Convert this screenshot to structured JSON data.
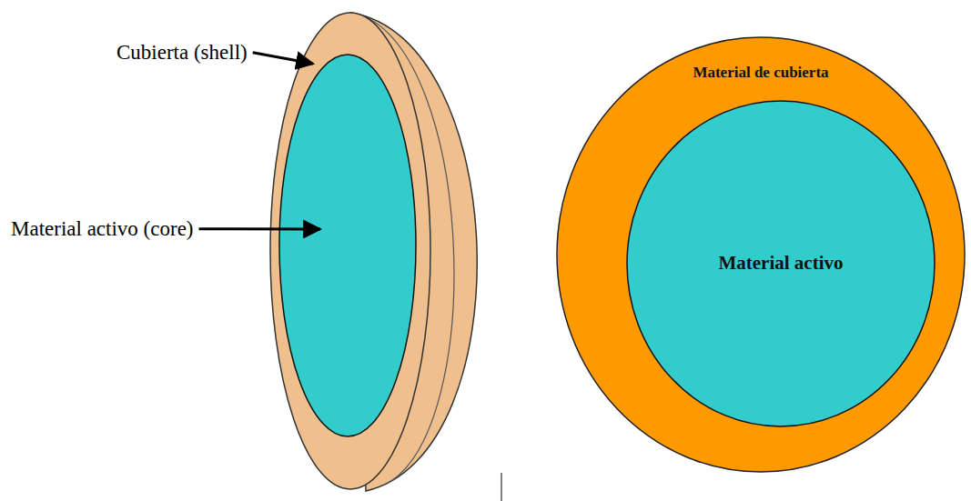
{
  "diagram": {
    "nodes": [
      {
        "text": [
          "Material de cubierta"
        ]
      },
      {
        "text": [
          "Material activo"
        ],
        "in": 0
      }
    ],
    "labels": [
      "Cubierta (shell)",
      "Material activo (core)"
    ]
  }
}
